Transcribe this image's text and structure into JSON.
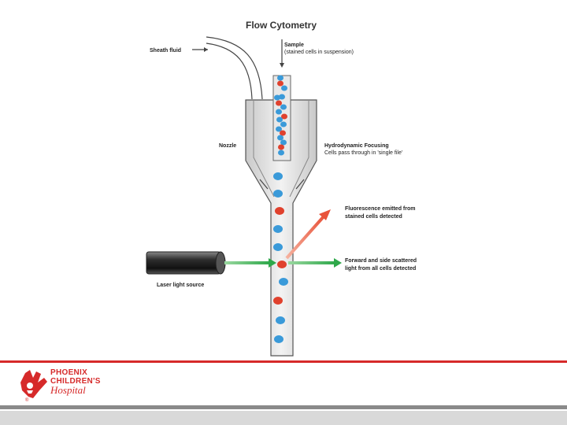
{
  "title": "Flow Cytometry",
  "labels": {
    "sheath_fluid": "Sheath fluid",
    "sample": "Sample",
    "sample_sub": "(stained cells in suspension)",
    "nozzle": "Nozzle",
    "hydro_title": "Hydrodynamic Focusing",
    "hydro_sub": "Cells pass through in 'single file'",
    "fluor_line1": "Fluorescence emitted from",
    "fluor_line2": "stained cells detected",
    "scatter_line1": "Forward and side scattered",
    "scatter_line2": "light from all cells detected",
    "laser": "Laser light source"
  },
  "colors": {
    "cell_blue": "#3a9ad9",
    "cell_red": "#e0412d",
    "laser_green": "#3bb54a",
    "fluor_red": "#e8533a",
    "brand_red": "#d62a2a"
  },
  "logo": {
    "line1": "PHOENIX",
    "line2": "CHILDREN'S",
    "line3": "Hospital",
    "icon": "hand-icon"
  }
}
